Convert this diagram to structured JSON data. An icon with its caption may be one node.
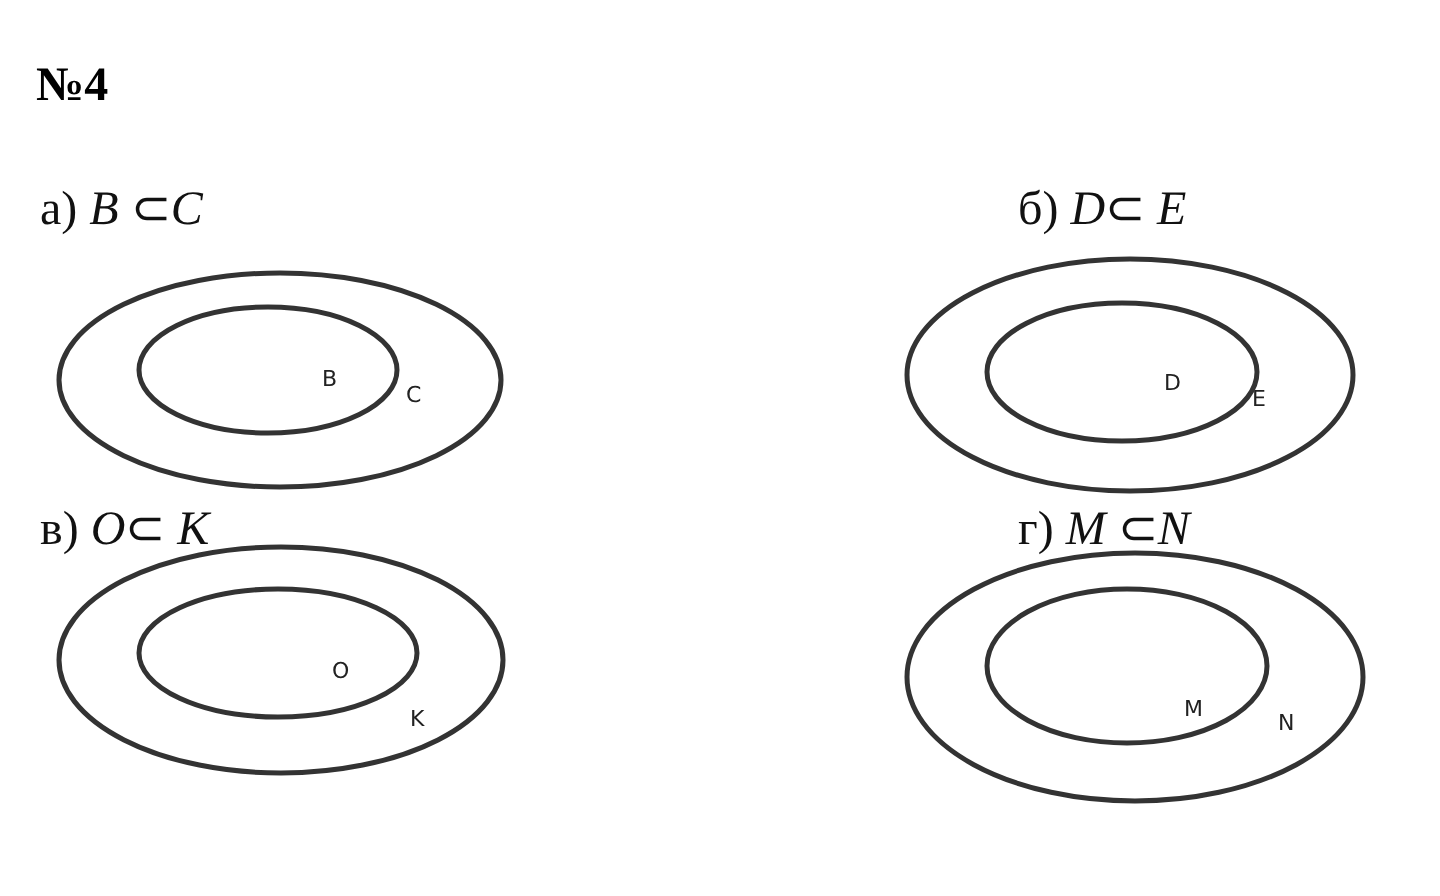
{
  "diagram": {
    "title": "№4",
    "nodes": [
      {
        "text": [
          "C"
        ]
      },
      {
        "text": [
          "B"
        ],
        "in": 0
      },
      {
        "text": [
          "E"
        ]
      },
      {
        "text": [
          "D"
        ],
        "in": 2
      },
      {
        "text": [
          "K"
        ]
      },
      {
        "text": [
          "O"
        ],
        "in": 4
      },
      {
        "text": [
          "N"
        ]
      },
      {
        "text": [
          "M"
        ],
        "in": 6
      }
    ],
    "edges": [],
    "labels": [
      "а) *B* ⊂*C*",
      "б) *D*⊂ *E*",
      "в) *O*⊂ *K*",
      "г) *M* ⊂*N*"
    ]
  }
}
